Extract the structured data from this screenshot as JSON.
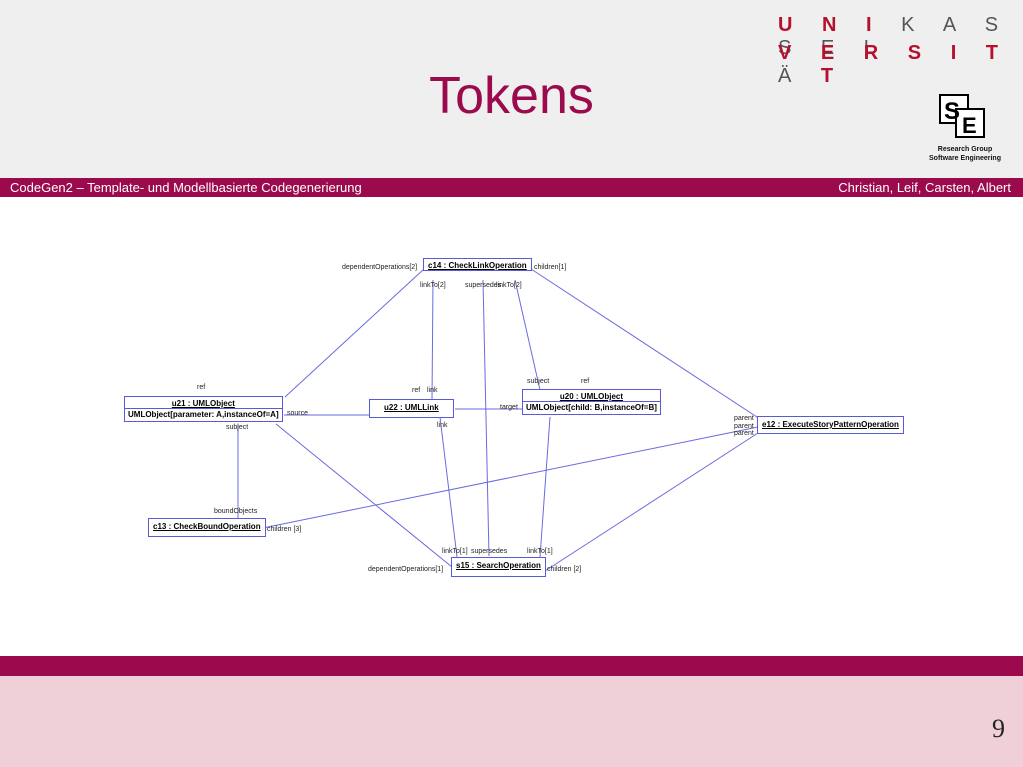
{
  "header": {
    "title": "Tokens",
    "uni_line1": {
      "a": "U N I",
      "b": "K A S S E L"
    },
    "uni_line2": {
      "a": "V E R S I T",
      "b": "Ä",
      "c": "T"
    },
    "logo_letters": "SE",
    "logo_text_1": "Research Group",
    "logo_text_2": "Software Engineering"
  },
  "bar": {
    "left": "CodeGen2 – Template- und Modellbasierte Codegenerierung",
    "right": "Christian, Leif, Carsten, Albert"
  },
  "footer": {
    "page_number": "9"
  },
  "colors": {
    "accent": "#9c0a4e",
    "footer_bg": "#efd0d8",
    "diagram_line": "#6a6ae0"
  },
  "diagram": {
    "nodes": {
      "c14": {
        "name": "c14 : CheckLinkOperation"
      },
      "u21": {
        "name": "u21 : UMLObject",
        "expr": "UMLObject[parameter: A,instanceOf=A]"
      },
      "u22": {
        "name": "u22 : UMLLink"
      },
      "u20": {
        "name": "u20 : UMLObject",
        "expr": "UMLObject[child: B,instanceOf=B]"
      },
      "e12": {
        "name": "e12 : ExecuteStoryPatternOperation"
      },
      "c13": {
        "name": "c13 : CheckBoundOperation"
      },
      "s15": {
        "name": "s15 : SearchOperation"
      }
    },
    "labels": {
      "dependentOperations2": "dependentOperations[2]",
      "children1": "children[1]",
      "linkTo2a": "linkTo[2]",
      "supersedes_top": "supersedes",
      "linkTo2b": "linkTo[2]",
      "ref_u21": "ref",
      "ref_u22": "ref",
      "link_u22": "link",
      "subject_u20": "subject",
      "ref_u20": "ref",
      "source": "source",
      "target": "target",
      "subject_u21": "subject",
      "link_bottom": "link",
      "parent1": "parent",
      "parent2": "parent",
      "parent3": "parent",
      "boundObjects": "boundObjects",
      "children3": "children [3]",
      "linkTo1a": "linkTo[1]",
      "supersedes_bottom": "supersedes",
      "linkTo1b": "linkTo[1]",
      "dependentOperations1": "dependentOperations[1]",
      "children2": "children [2]"
    }
  }
}
